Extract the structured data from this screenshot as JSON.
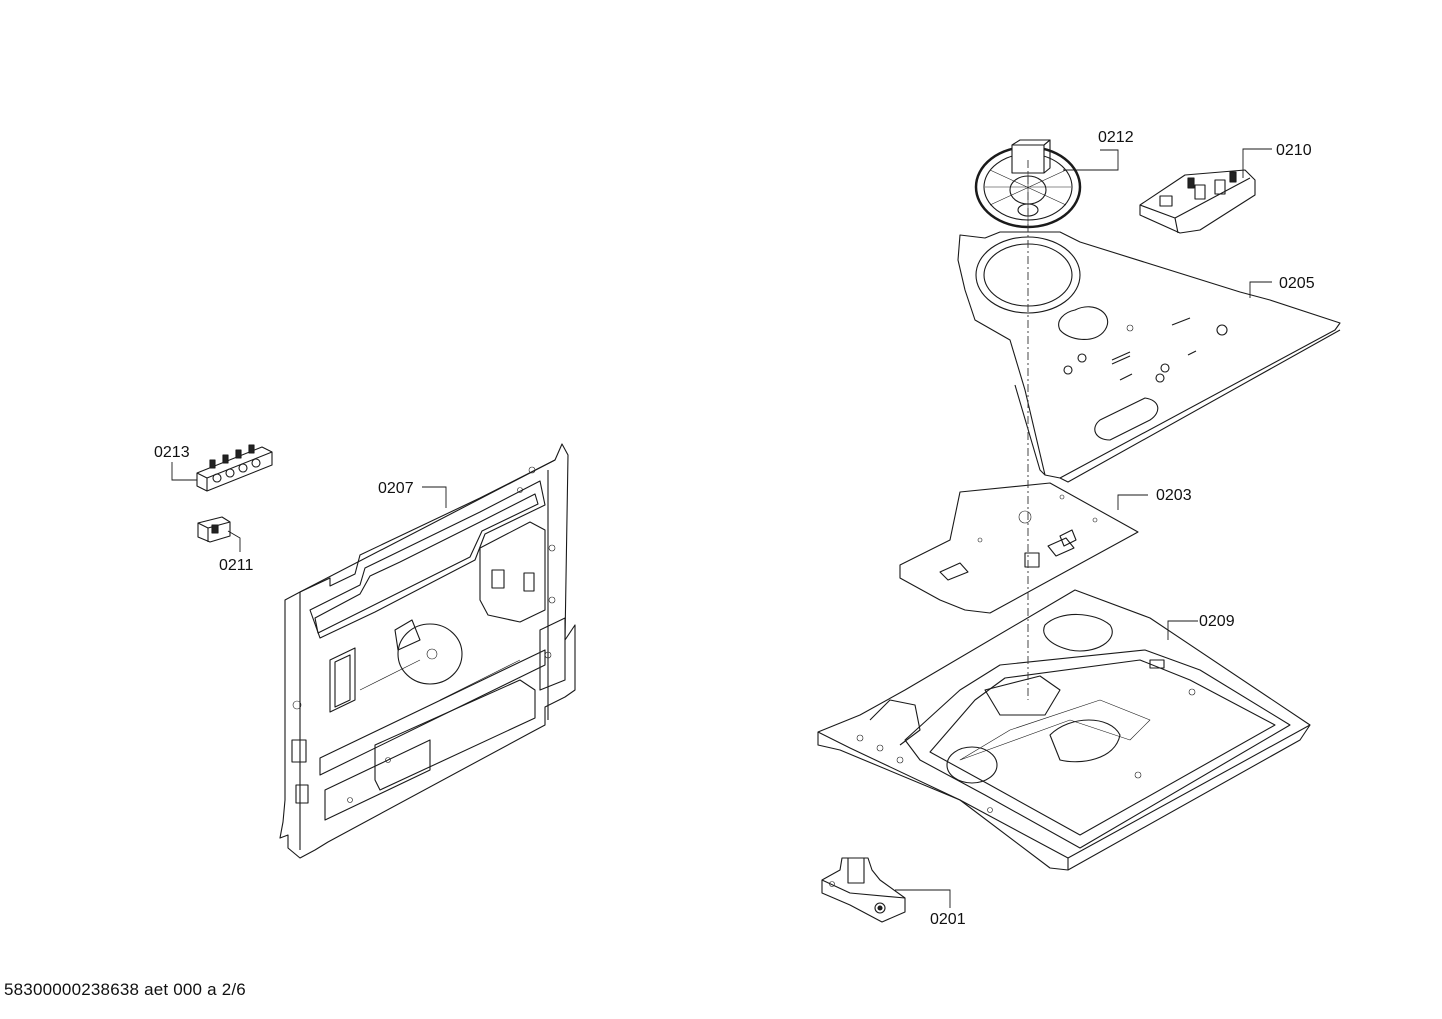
{
  "diagram": {
    "labels": {
      "p0201": "0201",
      "p0203": "0203",
      "p0205": "0205",
      "p0207": "0207",
      "p0209": "0209",
      "p0210": "0210",
      "p0211": "0211",
      "p0212": "0212",
      "p0213": "0213"
    }
  },
  "footer": {
    "code": "58300000238638 aet 000 a 2/6"
  }
}
